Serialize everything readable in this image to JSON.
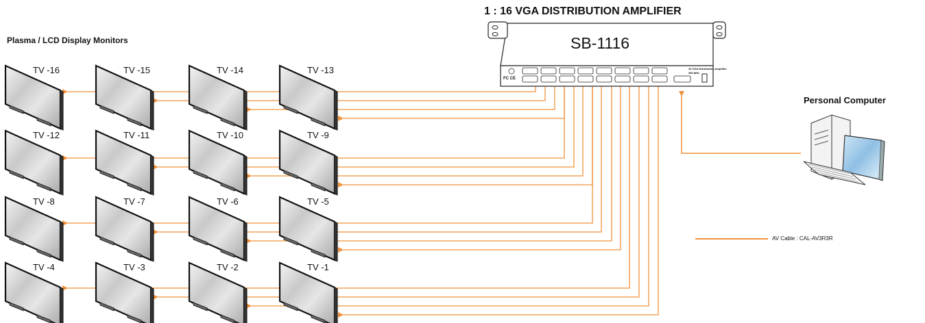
{
  "amplifier": {
    "title": "1 : 16 VGA DISTRIBUTION AMPLIFIER",
    "model": "SB-1116",
    "panel_label": "16 VGA Distribution Amplifier",
    "panel_sublabel": "350 MHz",
    "fcc_mark": "FC CE"
  },
  "monitors_heading": "Plasma / LCD Display Monitors",
  "computer_label": "Personal Computer",
  "legend": {
    "text": "AV Cable  : CAL-AV3R3R"
  },
  "colors": {
    "cable": "#f0913a",
    "text": "#111111",
    "device_outline": "#222222"
  },
  "monitors": [
    {
      "label": "TV -16"
    },
    {
      "label": "TV -15"
    },
    {
      "label": "TV -14"
    },
    {
      "label": "TV -13"
    },
    {
      "label": "TV -12"
    },
    {
      "label": "TV -11"
    },
    {
      "label": "TV -10"
    },
    {
      "label": "TV -9"
    },
    {
      "label": "TV -8"
    },
    {
      "label": "TV -7"
    },
    {
      "label": "TV -6"
    },
    {
      "label": "TV -5"
    },
    {
      "label": "TV -4"
    },
    {
      "label": "TV -3"
    },
    {
      "label": "TV -2"
    },
    {
      "label": "TV -1"
    }
  ]
}
